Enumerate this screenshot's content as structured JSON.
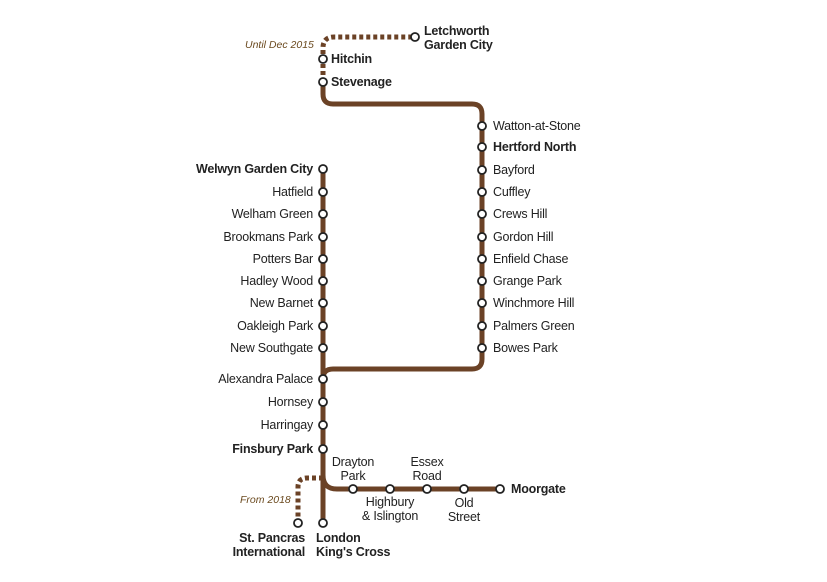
{
  "colors": {
    "line": "#6b4226",
    "station_fill": "#ffffff",
    "station_stroke": "#222222",
    "note": "#6b4a1f"
  },
  "notes": {
    "until": "Until Dec 2015",
    "from": "From 2018"
  },
  "stations": {
    "letchworth": "Letchworth\nGarden City",
    "hitchin": "Hitchin",
    "stevenage": "Stevenage",
    "watton": "Watton-at-Stone",
    "hertford_north": "Hertford North",
    "bayford": "Bayford",
    "cuffley": "Cuffley",
    "crews_hill": "Crews Hill",
    "gordon_hill": "Gordon Hill",
    "enfield_chase": "Enfield Chase",
    "grange_park": "Grange Park",
    "winchmore_hill": "Winchmore Hill",
    "palmers_green": "Palmers Green",
    "bowes_park": "Bowes Park",
    "welwyn": "Welwyn Garden City",
    "hatfield": "Hatfield",
    "welham_green": "Welham Green",
    "brookmans_park": "Brookmans Park",
    "potters_bar": "Potters Bar",
    "hadley_wood": "Hadley Wood",
    "new_barnet": "New Barnet",
    "oakleigh_park": "Oakleigh Park",
    "new_southgate": "New Southgate",
    "alexandra_palace": "Alexandra Palace",
    "hornsey": "Hornsey",
    "harringay": "Harringay",
    "finsbury_park": "Finsbury Park",
    "drayton_park": "Drayton\nPark",
    "highbury": "Highbury\n& Islington",
    "essex_road": "Essex\nRoad",
    "old_street": "Old\nStreet",
    "moorgate": "Moorgate",
    "st_pancras": "St. Pancras\nInternational",
    "kings_cross": "London\nKing's Cross"
  }
}
